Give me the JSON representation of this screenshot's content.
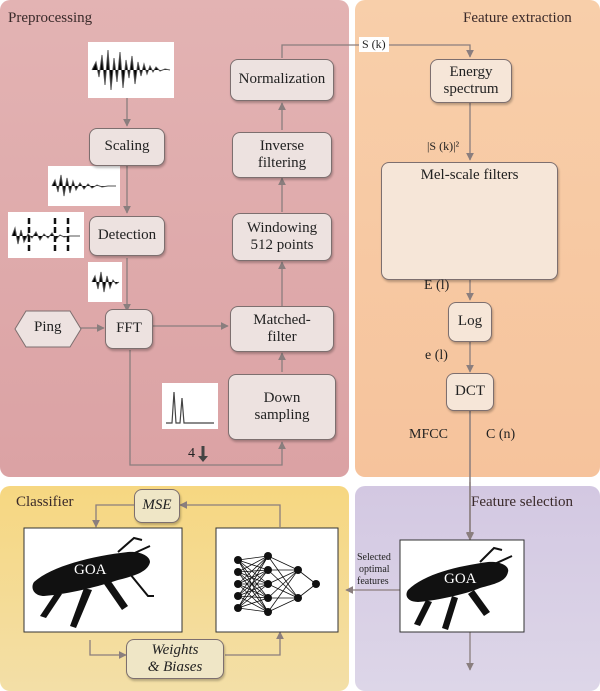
{
  "panels": {
    "preprocessing": "Preprocessing",
    "feature_extraction": "Feature extraction",
    "classifier": "Classifier",
    "feature_selection": "Feature selection"
  },
  "pre": {
    "scaling": "Scaling",
    "detection": "Detection",
    "ping": "Ping",
    "fft": "FFT",
    "matched1": "Matched-",
    "matched2": "filter",
    "down1": "Down",
    "down2": "sampling",
    "windowing1": "Windowing",
    "windowing2": "512 points",
    "inverse1": "Inverse",
    "inverse2": "filtering",
    "normalization": "Normalization",
    "down_factor": "4"
  },
  "fe": {
    "sk_label": "S (k)",
    "energy1": "Energy",
    "energy2": "spectrum",
    "power_label": "|S (k)|²",
    "mel": "Mel-scale filters",
    "el_label": "E (l)",
    "log": "Log",
    "el_small_label": "e (l)",
    "dct": "DCT",
    "mfcc": "MFCC",
    "cn": "C (n)"
  },
  "cls": {
    "mse": "MSE",
    "goa": "GOA",
    "weights1": "Weights",
    "weights2": "& Biases"
  },
  "fs": {
    "goa": "GOA",
    "selected1": "Selected",
    "selected2": "optimal",
    "selected3": "features"
  },
  "colors": {
    "preprocessing": "#dca9a9",
    "feature_extraction": "#f7c9a4",
    "classifier": "#f4d485",
    "feature_selection": "#d5cce3"
  }
}
